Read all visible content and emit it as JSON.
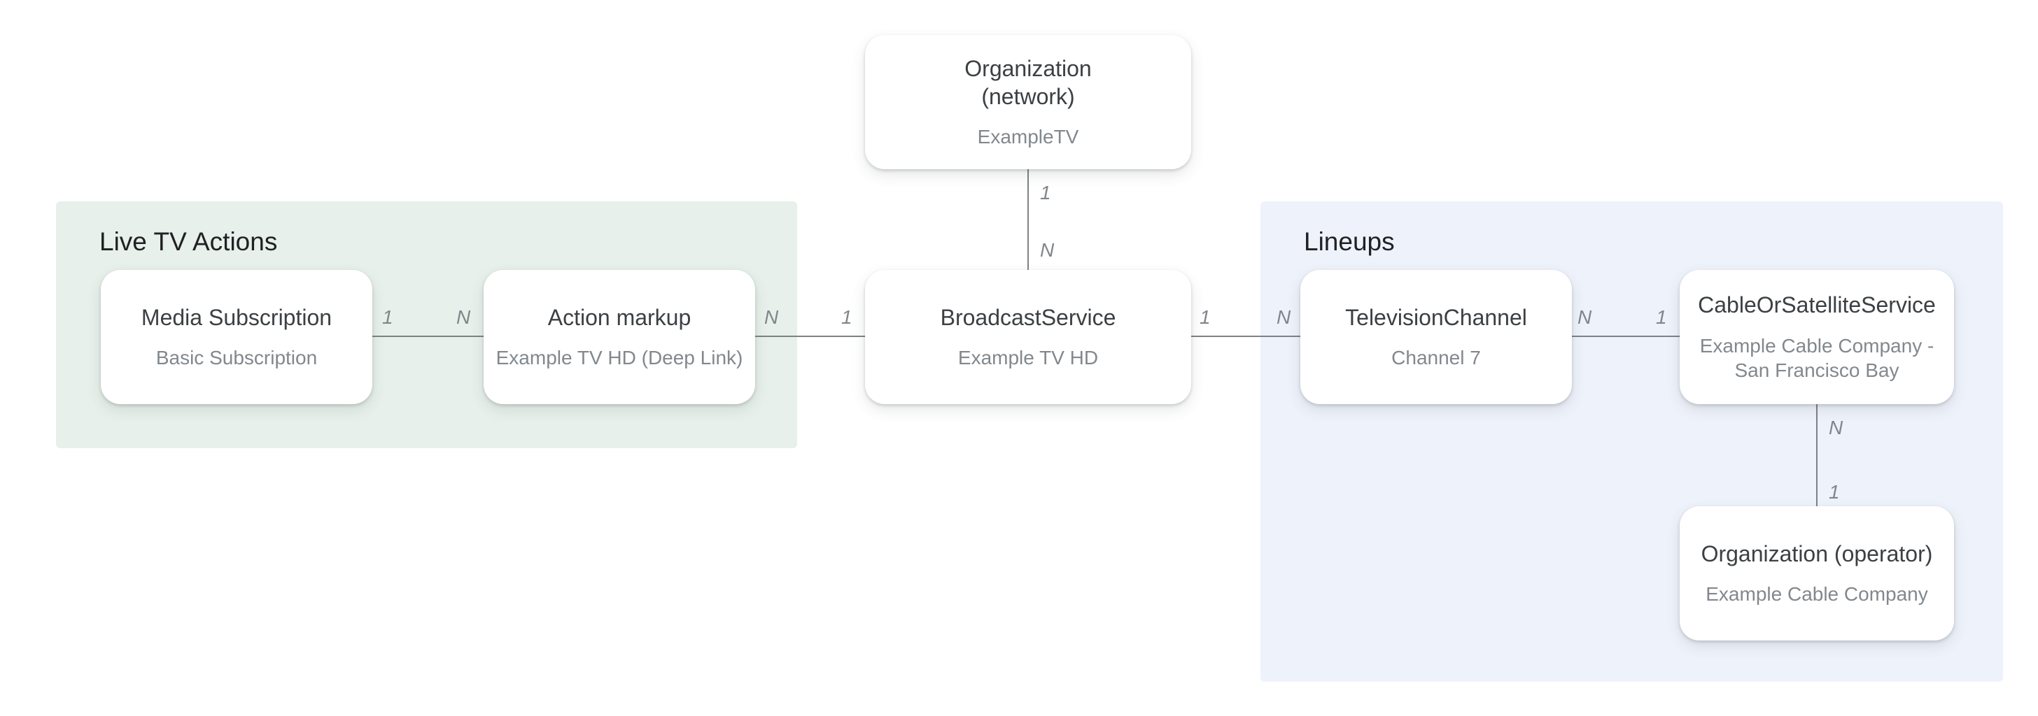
{
  "diagram": {
    "type": "entity-relationship",
    "background": "#ffffff"
  },
  "colors": {
    "region_live_tv_actions_bg": "#e7f0ea",
    "region_lineups_bg": "#eef2fb",
    "node_bg": "#ffffff",
    "node_title_text": "#3c4043",
    "node_subtitle_text": "#82888d",
    "region_label_text": "#202124",
    "connector_line": "#7d8287",
    "cardinality_text": "#80868b"
  },
  "regions": {
    "live_tv_actions": {
      "label": "Live TV Actions"
    },
    "lineups": {
      "label": "Lineups"
    }
  },
  "nodes": {
    "org_network": {
      "title": "Organization\n(network)",
      "subtitle": "ExampleTV"
    },
    "media_subscription": {
      "title": "Media Subscription",
      "subtitle": "Basic Subscription"
    },
    "action_markup": {
      "title": "Action markup",
      "subtitle": "Example TV HD (Deep Link)"
    },
    "broadcast_service": {
      "title": "BroadcastService",
      "subtitle": "Example TV HD"
    },
    "television_channel": {
      "title": "TelevisionChannel",
      "subtitle": "Channel 7"
    },
    "cable_or_satellite_service": {
      "title": "CableOrSatelliteService",
      "subtitle": "Example Cable Company -\nSan Francisco Bay"
    },
    "org_operator": {
      "title": "Organization (operator)",
      "subtitle": "Example Cable Company"
    }
  },
  "cardinality": {
    "network_to_broadcast": {
      "near_network": "1",
      "near_broadcast": "N"
    },
    "media_to_action": {
      "near_media": "1",
      "near_action": "N"
    },
    "action_to_broadcast": {
      "near_action": "N",
      "near_broadcast": "1"
    },
    "broadcast_to_channel": {
      "near_broadcast": "1",
      "near_channel": "N"
    },
    "channel_to_cable": {
      "near_channel": "N",
      "near_cable": "1"
    },
    "cable_to_operator": {
      "near_cable": "N",
      "near_operator": "1"
    }
  }
}
